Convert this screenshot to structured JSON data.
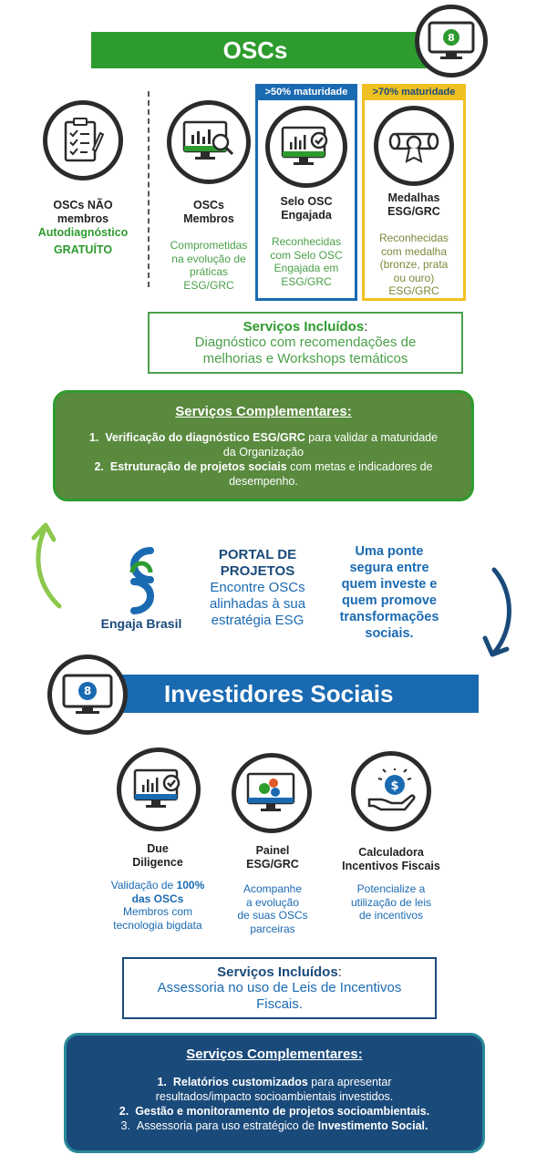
{
  "osc": {
    "banner_title": "OSCs",
    "columns": [
      {
        "title_l1": "OSCs NÃO",
        "title_l2": "membros",
        "sub1": "Autodiagnóstico",
        "sub2": "GRATUÍTO"
      },
      {
        "title_l1": "OSCs",
        "title_l2": "Membros",
        "desc": [
          "Comprometidas",
          "na evolução de",
          "práticas",
          "ESG/GRC"
        ]
      },
      {
        "badge": ">50% maturidade",
        "title_l1": "Selo OSC",
        "title_l2": "Engajada",
        "desc": [
          "Reconhecidas",
          "com Selo OSC",
          "Engajada em",
          "ESG/GRC"
        ]
      },
      {
        "badge": ">70% maturidade",
        "title_l1": "Medalhas",
        "title_l2": "ESG/GRC",
        "desc": [
          "Reconhecidas",
          "com medalha",
          "(bronze, prata",
          "ou ouro)",
          "ESG/GRC"
        ]
      }
    ],
    "services_label": "Serviços Incluídos",
    "services_colon": ":",
    "services_text_l1": "Diagnóstico com recomendações de",
    "services_text_l2": "melhorias e Workshops temáticos",
    "complementary_title": "Serviços Complementares:",
    "complementary": [
      {
        "num": "1.",
        "bold": "Verificação do diagnóstico ESG/GRC",
        "rest": " para validar a maturidade",
        "line2": "da Organização"
      },
      {
        "num": "2.",
        "bold": "Estruturação de projetos sociais",
        "rest": " com metas e indicadores de",
        "line2": "desempenho."
      }
    ]
  },
  "center": {
    "logo_text": "Engaja Brasil",
    "portal_l1": "PORTAL DE",
    "portal_l2": "PROJETOS",
    "portal_desc": [
      "Encontre OSCs",
      "alinhadas à sua",
      "estratégia ESG"
    ],
    "bridge": [
      "Uma ponte",
      "segura entre",
      "quem investe e",
      "quem promove",
      "transformações",
      "sociais."
    ]
  },
  "investors": {
    "banner_title": "Investidores Sociais",
    "columns": [
      {
        "title_l1": "Due",
        "title_l2": "Diligence",
        "desc_pre": "Validação de ",
        "desc_bold1": "100%",
        "desc_bold2": "das OSCs",
        "desc_rest": [
          "Membros com",
          "tecnologia bigdata"
        ]
      },
      {
        "title_l1": "Painel",
        "title_l2": "ESG/GRC",
        "desc": [
          "Acompanhe",
          "a evolução",
          "de suas OSCs",
          "parceiras"
        ]
      },
      {
        "title_l1": "Calculadora",
        "title_l2": "Incentivos Fiscais",
        "desc": [
          "Potencialize a",
          "utilização de leis",
          "de incentivos"
        ]
      }
    ],
    "services_label": "Serviços Incluídos",
    "services_colon": ":",
    "services_text_l1": "Assessoria no uso de Leis de Incentivos",
    "services_text_l2": "Fiscais.",
    "complementary_title": "Serviços Complementares:",
    "complementary": [
      {
        "num": "1.",
        "bold": "Relatórios customizados",
        "rest": " para apresentar",
        "line2": "resultados/impacto socioambientais investidos."
      },
      {
        "num": "2.",
        "bold": "Gestão e monitoramento de projetos socioambientais.",
        "rest": "",
        "line2": ""
      },
      {
        "num": "3.",
        "pre": "Assessoria para uso estratégico de ",
        "bold": "Investimento Social.",
        "rest": "",
        "line2": ""
      }
    ]
  },
  "colors": {
    "green": "#2e9b2e",
    "blue": "#1a6ab2",
    "navy": "#1a4a7a",
    "yellow": "#f0c020"
  }
}
